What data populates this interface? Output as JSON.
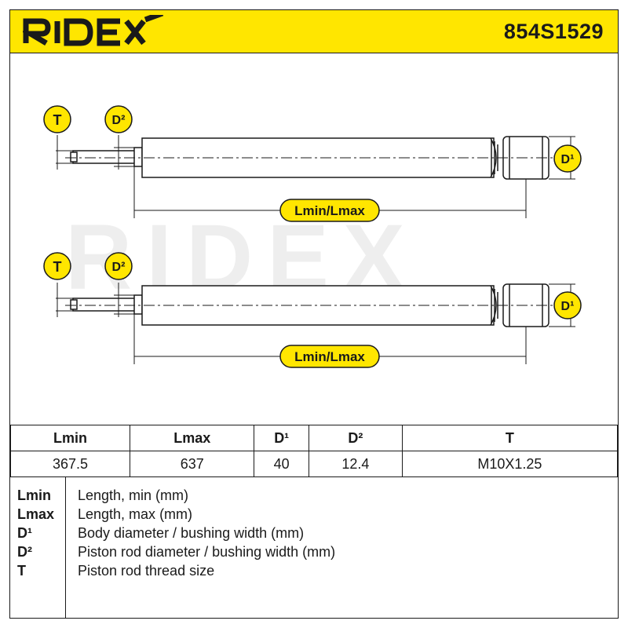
{
  "header": {
    "brand": "RIDEX",
    "part_number": "854S1529",
    "background_color": "#ffe600"
  },
  "drawing": {
    "watermark": "RIDEX",
    "labels": {
      "thread": "T",
      "rod_diameter": "D²",
      "body_diameter": "D¹",
      "length": "Lmin/Lmax"
    },
    "badge_color": "#ffe600"
  },
  "spec_table": {
    "headers": [
      "Lmin",
      "Lmax",
      "D¹",
      "D²",
      "T"
    ],
    "values": [
      "367.5",
      "637",
      "40",
      "12.4",
      "M10X1.25"
    ]
  },
  "legend": [
    {
      "key": "Lmin",
      "desc": "Length, min (mm)"
    },
    {
      "key": "Lmax",
      "desc": "Length, max (mm)"
    },
    {
      "key": "D¹",
      "desc": "Body diameter / bushing width (mm)"
    },
    {
      "key": "D²",
      "desc": "Piston rod diameter / bushing width (mm)"
    },
    {
      "key": "T",
      "desc": "Piston rod thread size"
    }
  ]
}
